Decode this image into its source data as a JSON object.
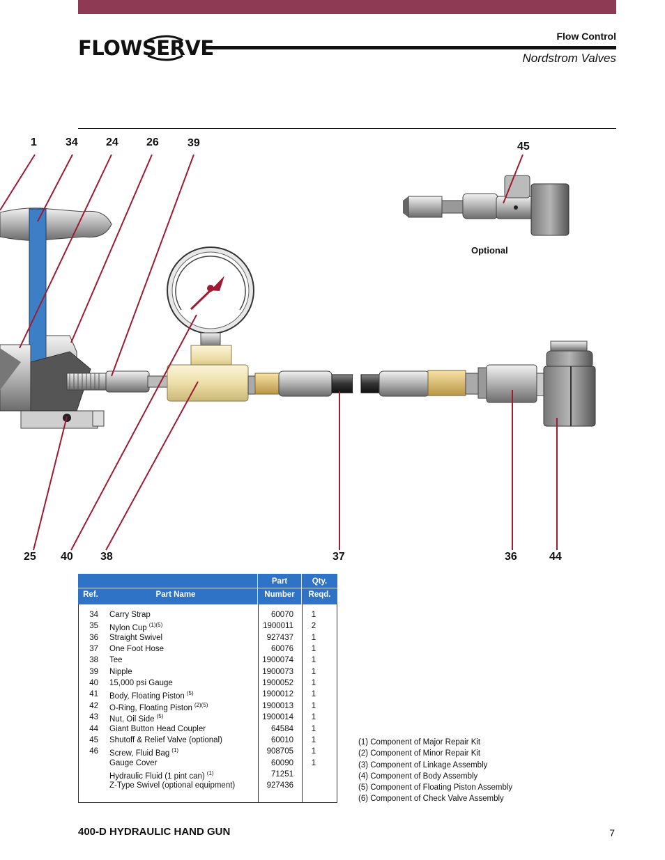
{
  "header": {
    "logo_text": "FLOWSERVE",
    "brand": "Flow Control",
    "subtitle": "Nordstrom Valves"
  },
  "callouts": {
    "top": [
      "1",
      "34",
      "24",
      "26",
      "39"
    ],
    "optional_ref": "45",
    "bottom": [
      "25",
      "40",
      "38",
      "37",
      "36",
      "44"
    ]
  },
  "optional_label": "Optional",
  "table": {
    "headers": {
      "ref": "Ref.",
      "name": "Part Name",
      "part_top": "Part",
      "part_bottom": "Number",
      "qty_top": "Qty.",
      "qty_bottom": "Reqd."
    },
    "rows": [
      {
        "ref": "34",
        "name": "Carry Strap",
        "sup": "",
        "number": "60070",
        "qty": "1"
      },
      {
        "ref": "35",
        "name": "Nylon Cup",
        "sup": "(1)(5)",
        "number": "1900011",
        "qty": "2"
      },
      {
        "ref": "36",
        "name": "Straight Swivel",
        "sup": "",
        "number": "927437",
        "qty": "1"
      },
      {
        "ref": "37",
        "name": "One Foot Hose",
        "sup": "",
        "number": "60076",
        "qty": "1"
      },
      {
        "ref": "38",
        "name": "Tee",
        "sup": "",
        "number": "1900074",
        "qty": "1"
      },
      {
        "ref": "39",
        "name": "Nipple",
        "sup": "",
        "number": "1900073",
        "qty": "1"
      },
      {
        "ref": "40",
        "name": "15,000 psi Gauge",
        "sup": "",
        "number": "1900052",
        "qty": "1"
      },
      {
        "ref": "41",
        "name": "Body, Floating Piston",
        "sup": "(5)",
        "number": "1900012",
        "qty": "1"
      },
      {
        "ref": "42",
        "name": "O-Ring, Floating Piston",
        "sup": "(2)(5)",
        "number": "1900013",
        "qty": "1"
      },
      {
        "ref": "43",
        "name": "Nut, Oil Side",
        "sup": "(5)",
        "number": "1900014",
        "qty": "1"
      },
      {
        "ref": "44",
        "name": "Giant Button Head Coupler",
        "sup": "",
        "number": "64584",
        "qty": "1"
      },
      {
        "ref": "45",
        "name": "Shutoff & Relief Valve (optional)",
        "sup": "",
        "number": "60010",
        "qty": "1"
      },
      {
        "ref": "46",
        "name": "Screw, Fluid Bag",
        "sup": "(1)",
        "number": "908705",
        "qty": "1"
      },
      {
        "ref": "",
        "name": "Gauge Cover",
        "sup": "",
        "number": "60090",
        "qty": "1"
      },
      {
        "ref": "",
        "name": "Hydraulic Fluid (1 pint can)",
        "sup": "(1)",
        "number": "71251",
        "qty": ""
      },
      {
        "ref": "",
        "name": "Z-Type Swivel (optional equipment)",
        "sup": "",
        "number": "927436",
        "qty": ""
      }
    ]
  },
  "notes": [
    "(1) Component of Major Repair Kit",
    "(2) Component of Minor Repair Kit",
    "(3) Component of Linkage Assembly",
    "(4) Component of Body Assembly",
    "(5) Component of Floating Piston Assembly",
    "(6) Component of Check Valve Assembly"
  ],
  "footer": {
    "title": "400-D HYDRAULIC HAND GUN",
    "page": "7"
  },
  "colors": {
    "top_bar": "#8e3a55",
    "table_header": "#2f73c7",
    "leader_lines": "#9e1b32",
    "strap": "#3d7fc6",
    "tee_brass": "#f1e5b8"
  }
}
